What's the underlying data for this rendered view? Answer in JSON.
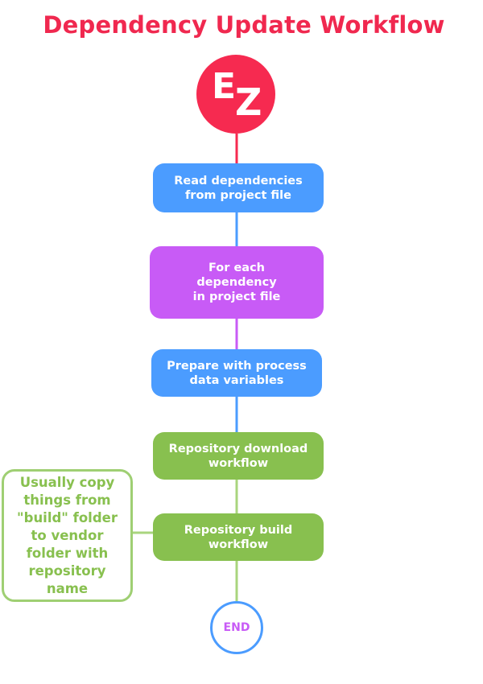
{
  "title": "Dependency Update Workflow",
  "logo": {
    "letter_top": "E",
    "letter_bottom": "Z"
  },
  "steps": [
    "Read dependencies\nfrom project file",
    "For each\ndependency\nin project file",
    "Prepare with process\ndata variables",
    "Repository download\nworkflow",
    "Repository build\nworkflow"
  ],
  "note": "Usually copy\nthings from\n\"build\" folder\nto vendor\nfolder with\nrepository\nname",
  "end_label": "END",
  "colors": {
    "title": "#f0284f",
    "logo": "#f62a50",
    "blue": "#4b9cff",
    "purple": "#c85bf6",
    "green": "#88c04f",
    "green_light": "#a9d57e"
  }
}
